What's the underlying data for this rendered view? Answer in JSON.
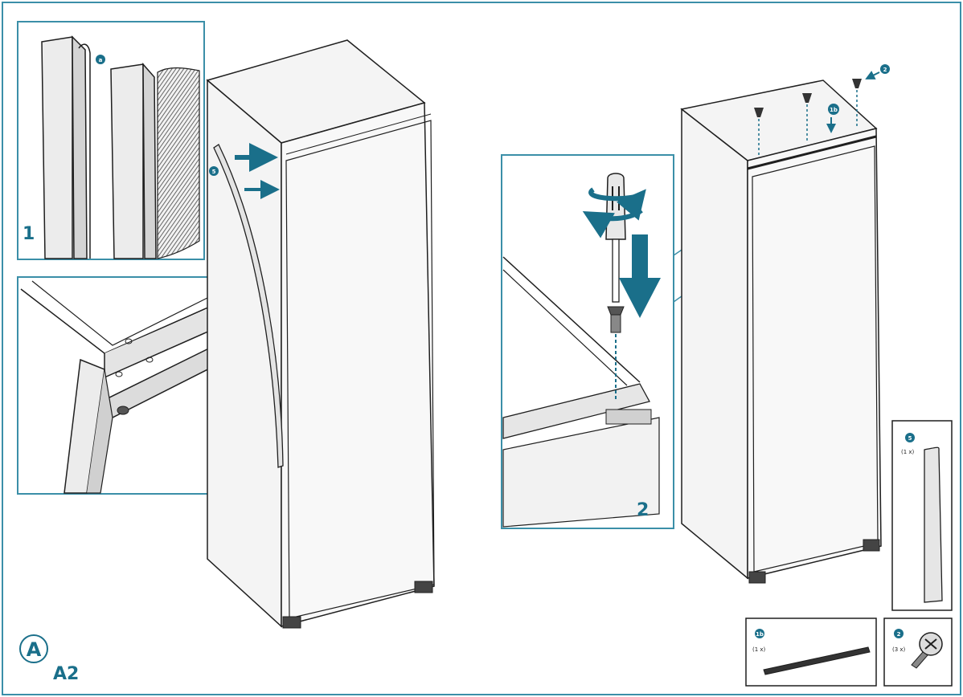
{
  "colors": {
    "accent": "#1a6f8a",
    "frame": "#3b8fa8",
    "line": "#1f1f1f",
    "panel_fill": "#e9e9e9",
    "cabinet_fill": "#f4f4f4"
  },
  "steps": {
    "step1_number": "1",
    "step2_number": "2"
  },
  "callouts": {
    "seal_part": "5",
    "seal_part_inset": "a",
    "bracket_part": "1b",
    "screw_part": "2"
  },
  "parts_list": [
    {
      "id": "5",
      "qty": "(1 x)"
    },
    {
      "id": "1b",
      "qty": "(1 x)"
    },
    {
      "id": "2",
      "qty": "(3 x)"
    }
  ],
  "section": {
    "circle_letter": "A",
    "code": "A2"
  }
}
